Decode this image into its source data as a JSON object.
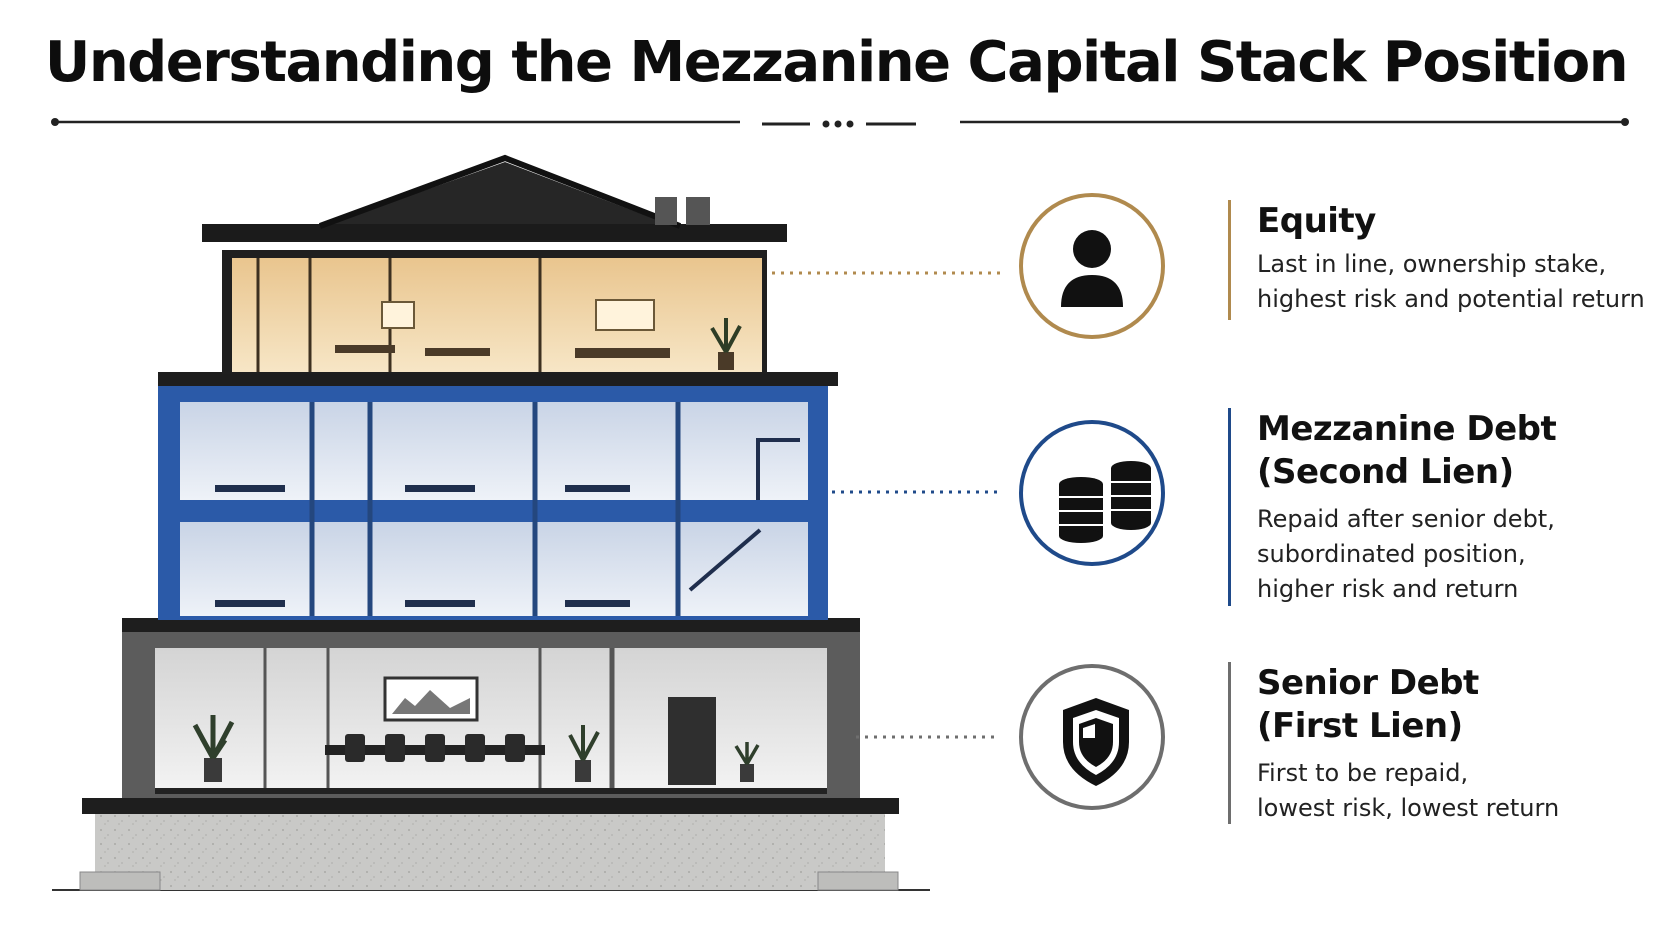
{
  "title": "Understanding the Mezzanine Capital Stack Position",
  "tiers": [
    {
      "heading": "Equity",
      "subheading": "",
      "description_lines": [
        "Last in line, ownership stake,",
        "highest risk and potential return"
      ],
      "icon": "person-icon",
      "color": "#b08a4e"
    },
    {
      "heading": "Mezzanine Debt",
      "subheading": "(Second Lien)",
      "description_lines": [
        "Repaid after senior debt,",
        "subordinated position,",
        "higher risk and return"
      ],
      "icon": "coin-stack-icon",
      "color": "#1f4a8a"
    },
    {
      "heading": "Senior Debt",
      "subheading": "(First Lien)",
      "description_lines": [
        "First to be repaid,",
        "lowest risk, lowest return"
      ],
      "icon": "shield-icon",
      "color": "#6e6e6e"
    }
  ]
}
